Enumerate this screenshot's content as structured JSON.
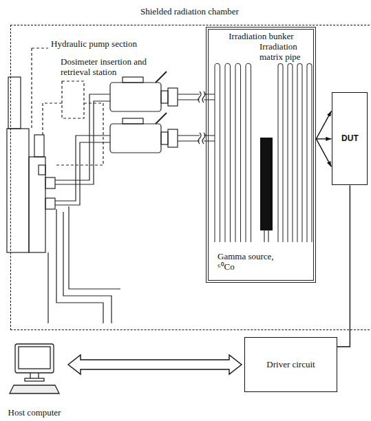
{
  "diagram": {
    "nodes": [
      {
        "text": [
          "Shielded radiation chamber"
        ]
      },
      {
        "text": [
          "Irradiation bunker"
        ],
        "in": 0
      },
      {
        "text": [
          "DUT"
        ],
        "in": 0
      },
      {
        "text": [
          "Driver circuit"
        ]
      },
      {
        "text": [
          "Host computer"
        ]
      }
    ],
    "edges": [
      {
        "from": 1,
        "to": 2,
        "arrow": "to"
      },
      {
        "from": 1,
        "to": 2,
        "arrow": "to"
      },
      {
        "from": 1,
        "to": 2,
        "arrow": "to"
      },
      {
        "from": 2,
        "to": 3,
        "arrow": "none"
      },
      {
        "from": 4,
        "to": 3,
        "arrow": "both"
      }
    ],
    "labels": [
      "Hydraulic pump section",
      "Dosimeter insertion and retrieval station",
      "Irradiation matrix pipe",
      "Gamma source, ⁶⁰Co"
    ]
  }
}
